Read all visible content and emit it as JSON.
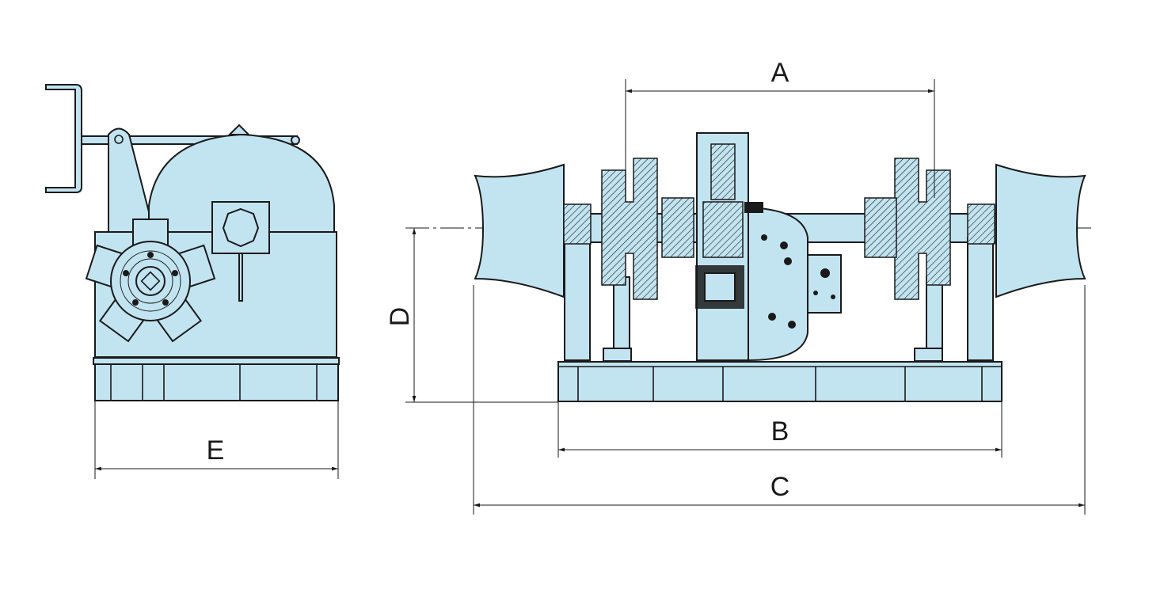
{
  "drawing": {
    "fill_color": "#c2e4f1",
    "line_color": "#1a1a1a",
    "dimensions": {
      "A": "A",
      "B": "B",
      "C": "C",
      "D": "D",
      "E": "E"
    }
  }
}
